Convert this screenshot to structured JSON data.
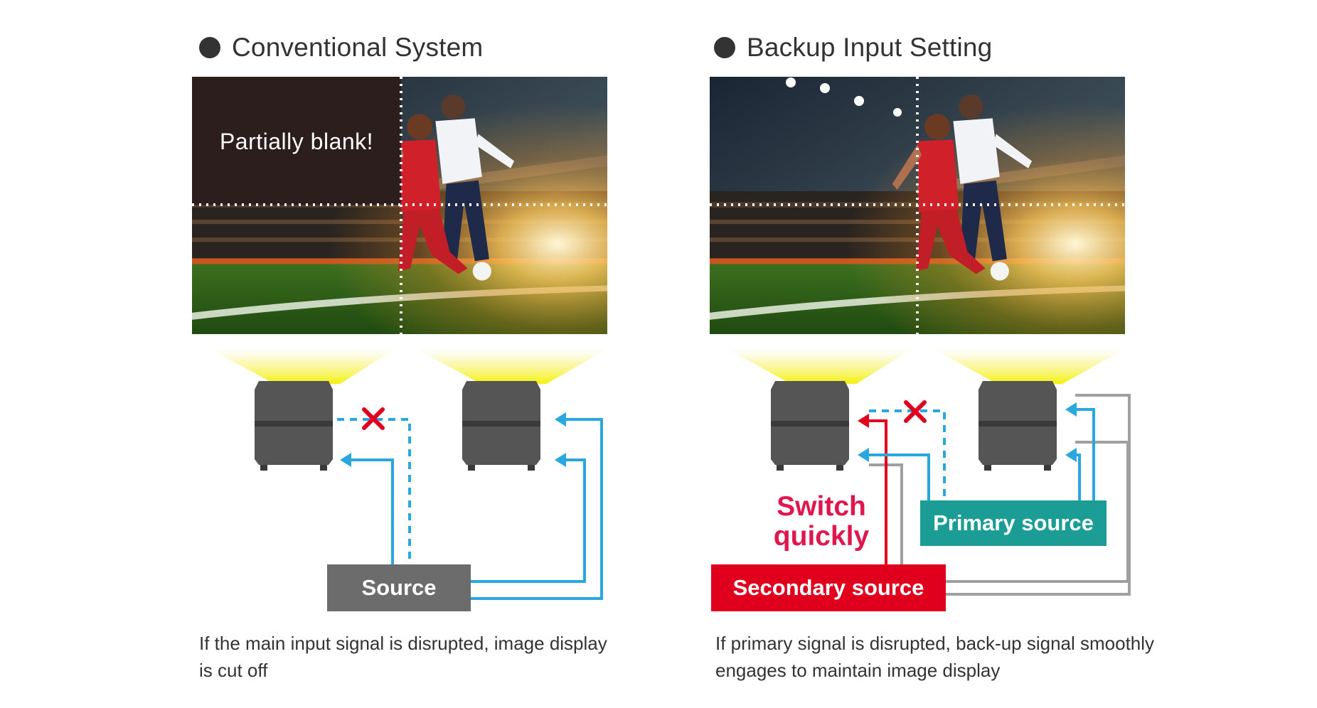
{
  "left_panel": {
    "title": "Conventional System",
    "blank_label": "Partially blank!",
    "source_label": "Source",
    "caption_lines": [
      "If the main input signal is disrupted, image display",
      "is cut off"
    ]
  },
  "right_panel": {
    "title": "Backup Input Setting",
    "switch_label_lines": [
      "Switch",
      "quickly"
    ],
    "primary_label": "Primary source",
    "secondary_label": "Secondary source",
    "caption_lines": [
      "If primary signal is disrupted, back-up signal smoothly",
      "engages to maintain image display"
    ]
  },
  "colors": {
    "signal_blue": "#29a8e0",
    "signal_red": "#e0001e",
    "primary_teal": "#1b9c95",
    "source_gray": "#6c6c6c",
    "backup_gray": "#a0a0a0",
    "projector": "#555555",
    "switch_text": "#e0174d"
  }
}
